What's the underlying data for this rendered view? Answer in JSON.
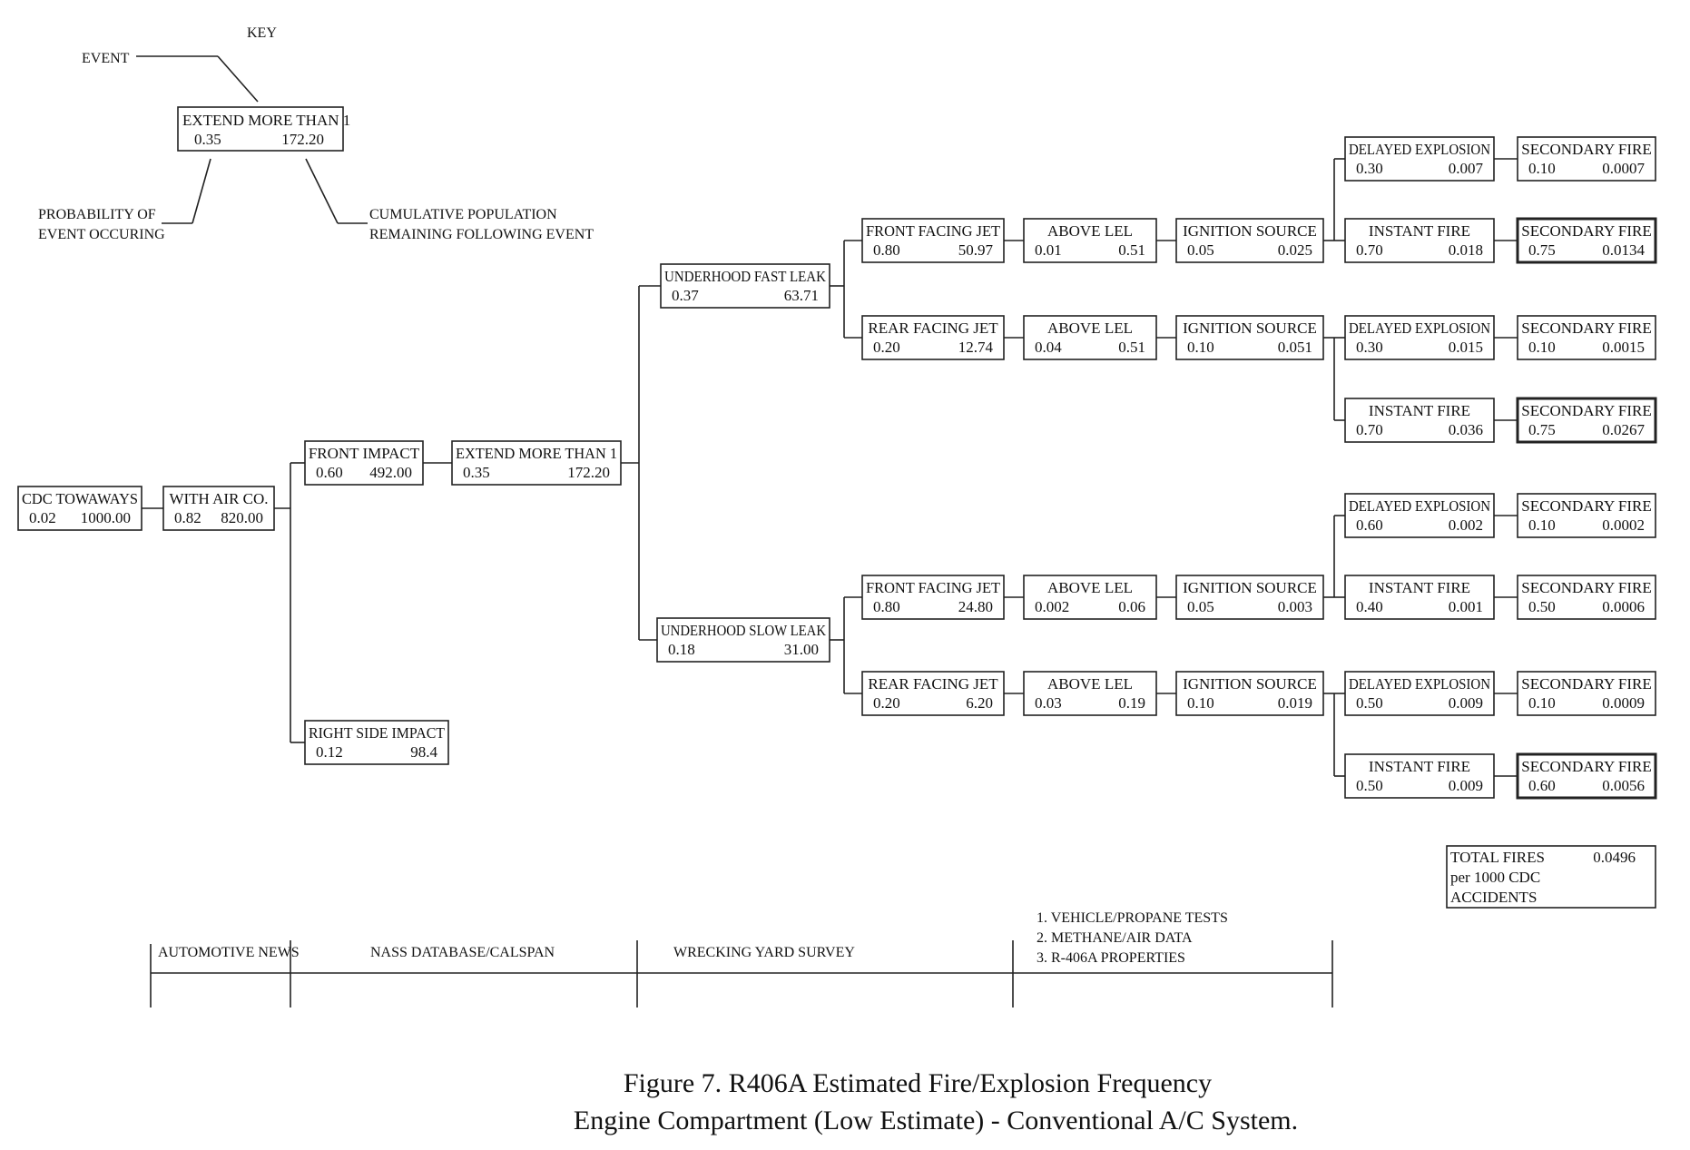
{
  "key": {
    "title": "KEY",
    "event_label": "EVENT",
    "example_label": "EXTEND MORE THAN 1",
    "example_p": "0.35",
    "example_n": "172.20",
    "prob_line1": "PROBABILITY OF",
    "prob_line2": "EVENT OCCURING",
    "cum_line1": "CUMULATIVE POPULATION",
    "cum_line2": "REMAINING FOLLOWING EVENT"
  },
  "nodes": {
    "cdc": {
      "label": "CDC TOWAWAYS",
      "p": "0.02",
      "n": "1000.00"
    },
    "airco": {
      "label": "WITH AIR CO.",
      "p": "0.82",
      "n": "820.00"
    },
    "front_impact": {
      "label": "FRONT IMPACT",
      "p": "0.60",
      "n": "492.00"
    },
    "right_impact": {
      "label": "RIGHT SIDE IMPACT",
      "p": "0.12",
      "n": "98.4"
    },
    "extend": {
      "label": "EXTEND MORE THAN 1",
      "p": "0.35",
      "n": "172.20"
    },
    "fast_leak": {
      "label": "UNDERHOOD FAST LEAK",
      "p": "0.37",
      "n": "63.71"
    },
    "slow_leak": {
      "label": "UNDERHOOD SLOW LEAK",
      "p": "0.18",
      "n": "31.00"
    },
    "f_ffj": {
      "label": "FRONT FACING JET",
      "p": "0.80",
      "n": "50.97"
    },
    "f_rfj": {
      "label": "REAR FACING JET",
      "p": "0.20",
      "n": "12.74"
    },
    "s_ffj": {
      "label": "FRONT FACING JET",
      "p": "0.80",
      "n": "24.80"
    },
    "s_rfj": {
      "label": "REAR FACING JET",
      "p": "0.20",
      "n": "6.20"
    },
    "lel1": {
      "label": "ABOVE LEL",
      "p": "0.01",
      "n": "0.51"
    },
    "lel2": {
      "label": "ABOVE LEL",
      "p": "0.04",
      "n": "0.51"
    },
    "lel3": {
      "label": "ABOVE LEL",
      "p": "0.002",
      "n": "0.06"
    },
    "lel4": {
      "label": "ABOVE LEL",
      "p": "0.03",
      "n": "0.19"
    },
    "ign1": {
      "label": "IGNITION SOURCE",
      "p": "0.05",
      "n": "0.025"
    },
    "ign2": {
      "label": "IGNITION SOURCE",
      "p": "0.10",
      "n": "0.051"
    },
    "ign3": {
      "label": "IGNITION SOURCE",
      "p": "0.05",
      "n": "0.003"
    },
    "ign4": {
      "label": "IGNITION SOURCE",
      "p": "0.10",
      "n": "0.019"
    },
    "de1": {
      "label": "DELAYED EXPLOSION",
      "p": "0.30",
      "n": "0.007"
    },
    "if1": {
      "label": "INSTANT FIRE",
      "p": "0.70",
      "n": "0.018"
    },
    "de2": {
      "label": "DELAYED EXPLOSION",
      "p": "0.30",
      "n": "0.015"
    },
    "if2": {
      "label": "INSTANT FIRE",
      "p": "0.70",
      "n": "0.036"
    },
    "de3": {
      "label": "DELAYED EXPLOSION",
      "p": "0.60",
      "n": "0.002"
    },
    "if3": {
      "label": "INSTANT FIRE",
      "p": "0.40",
      "n": "0.001"
    },
    "de4": {
      "label": "DELAYED EXPLOSION",
      "p": "0.50",
      "n": "0.009"
    },
    "if4": {
      "label": "INSTANT FIRE",
      "p": "0.50",
      "n": "0.009"
    },
    "sf1": {
      "label": "SECONDARY FIRE",
      "p": "0.10",
      "n": "0.0007"
    },
    "sf2": {
      "label": "SECONDARY FIRE",
      "p": "0.75",
      "n": "0.0134"
    },
    "sf3": {
      "label": "SECONDARY FIRE",
      "p": "0.10",
      "n": "0.0015"
    },
    "sf4": {
      "label": "SECONDARY FIRE",
      "p": "0.75",
      "n": "0.0267"
    },
    "sf5": {
      "label": "SECONDARY FIRE",
      "p": "0.10",
      "n": "0.0002"
    },
    "sf6": {
      "label": "SECONDARY FIRE",
      "p": "0.50",
      "n": "0.0006"
    },
    "sf7": {
      "label": "SECONDARY FIRE",
      "p": "0.10",
      "n": "0.0009"
    },
    "sf8": {
      "label": "SECONDARY FIRE",
      "p": "0.60",
      "n": "0.0056"
    }
  },
  "total": {
    "line1": "TOTAL FIRES",
    "value": "0.0496",
    "line2": "per 1000 CDC",
    "line3": "ACCIDENTS"
  },
  "sources": {
    "s1": "AUTOMOTIVE NEWS",
    "s2": "NASS DATABASE/CALSPAN",
    "s3": "WRECKING YARD SURVEY",
    "s4_1": "1. VEHICLE/PROPANE TESTS",
    "s4_2": "2. METHANE/AIR DATA",
    "s4_3": "3. R-406A PROPERTIES"
  },
  "caption": {
    "line1": "Figure 7. R406A Estimated Fire/Explosion Frequency",
    "line2": "Engine Compartment (Low Estimate) - Conventional A/C System."
  }
}
